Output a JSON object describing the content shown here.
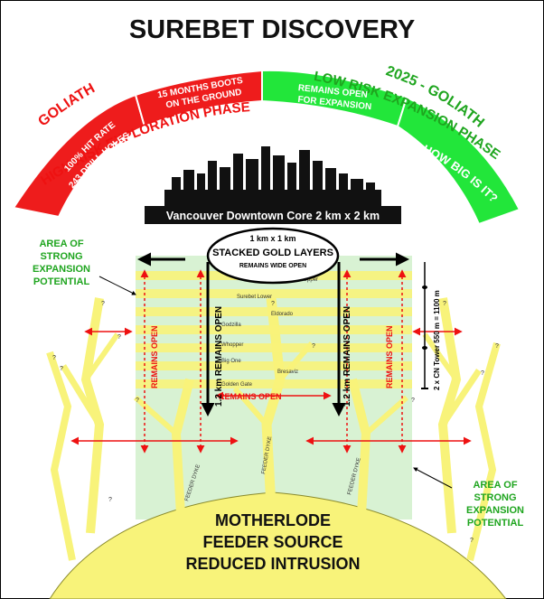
{
  "title": "SUREBET DISCOVERY",
  "phases": {
    "goliath_label": "GOLIATH",
    "high_risk_label": "HIGH RISK EXPLORATION PHASE",
    "hit_rate": "100% HIT RATE",
    "drill_holes": "243 DRILL HOLES",
    "months_line1": "15 MONTHS BOOTS",
    "months_line2": "ON THE GROUND",
    "goliath_2025": "2025 - GOLIATH",
    "low_risk_label": "LOW RISK EXPANSION PHASE",
    "remains_open_line1": "REMAINS OPEN",
    "remains_open_line2": "FOR EXPANSION",
    "how_big": "HOW BIG IS IT?"
  },
  "vancouver_label": "Vancouver Downtown Core 2 km x 2 km",
  "stacked": {
    "size": "1 km x 1 km",
    "title": "STACKED GOLD LAYERS",
    "subtitle": "REMAINS WIDE OPEN"
  },
  "expansion": {
    "left": [
      "AREA OF",
      "STRONG",
      "EXPANSION",
      "POTENTIAL"
    ],
    "right": [
      "AREA OF",
      "STRONG",
      "EXPANSION",
      "POTENTIAL"
    ]
  },
  "remains_open": "REMAINS OPEN",
  "depth_left": "1.2 km REMAINS OPEN",
  "depth_right": "1.2 km REMAINS OPEN",
  "cn_tower": "2 x CN Tower 550 m = 1100 m",
  "layers": [
    "Surebet Upper",
    "Surebet Lower",
    "Eldorado",
    "Godzilla",
    "Whopper",
    "Big One",
    "Bresaviz",
    "Golden Gate"
  ],
  "feeder_dyke": "FEEDER DYKE",
  "question_mark": "?",
  "motherlode": [
    "MOTHERLODE",
    "FEEDER SOURCE",
    "REDUCED INTRUSION"
  ],
  "colors": {
    "red": "#ee1c1c",
    "green": "#22e63a",
    "yellow": "#f8f37a",
    "pale_green": "#d8f2d3",
    "dark_green": "#1fa51f"
  }
}
